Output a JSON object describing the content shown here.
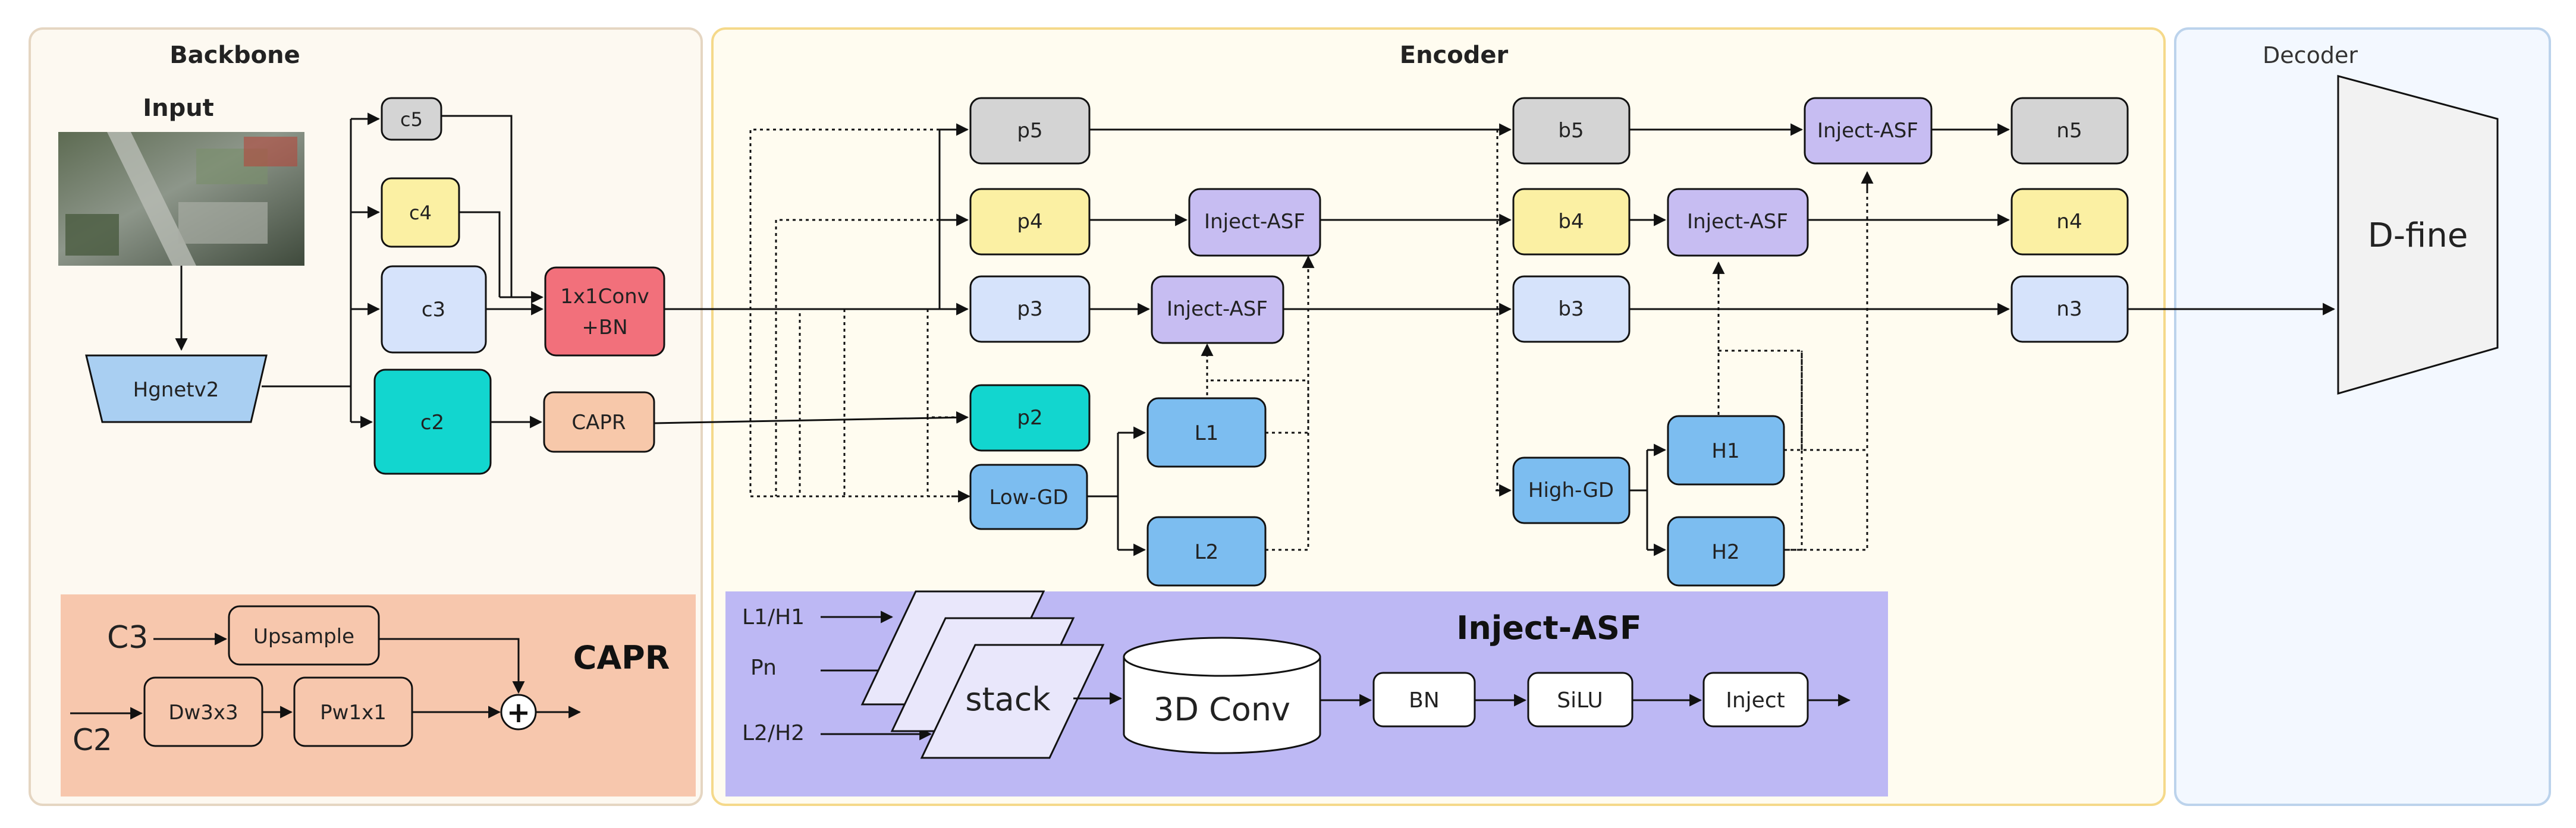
{
  "panels": {
    "backbone": "Backbone",
    "encoder": "Encoder",
    "decoder": "Decoder"
  },
  "backbone": {
    "input_label": "Input",
    "hgnet": "Hgnetv2",
    "c5": "c5",
    "c4": "c4",
    "c3": "c3",
    "c2": "c2",
    "conv_line1": "1x1Conv",
    "conv_line2": "+BN",
    "capr": "CAPR"
  },
  "capr_detail": {
    "title": "CAPR",
    "c3": "C3",
    "c2": "C2",
    "upsample": "Upsample",
    "dw": "Dw3x3",
    "pw": "Pw1x1",
    "plus": "+"
  },
  "encoder": {
    "p5": "p5",
    "p4": "p4",
    "p3": "p3",
    "p2": "p2",
    "low_gd": "Low-GD",
    "l1": "L1",
    "l2": "L2",
    "inject_asf": "Inject-ASF",
    "b5": "b5",
    "b4": "b4",
    "b3": "b3",
    "high_gd": "High-GD",
    "h1": "H1",
    "h2": "H2",
    "n5": "n5",
    "n4": "n4",
    "n3": "n3"
  },
  "inject_detail": {
    "title": "Inject-ASF",
    "in_l1h1": "L1/H1",
    "in_pn": "Pn",
    "in_l2h2": "L2/H2",
    "stack": "stack",
    "conv3d": "3D Conv",
    "bn": "BN",
    "silu": "SiLU",
    "inject": "Inject"
  },
  "decoder": {
    "dfine": "D-fine"
  },
  "colors": {
    "gray": "#d4d4d4",
    "yellow": "#fbf0a3",
    "lightblue": "#d6e3fb",
    "cyan": "#12d6cf",
    "pink": "#f2707b",
    "peach": "#f7c8aa",
    "purple": "#c7bdf2",
    "skyblue": "#7cbdf0",
    "capr_bg": "#f7c7ad",
    "inject_bg": "#bdb8f4"
  }
}
